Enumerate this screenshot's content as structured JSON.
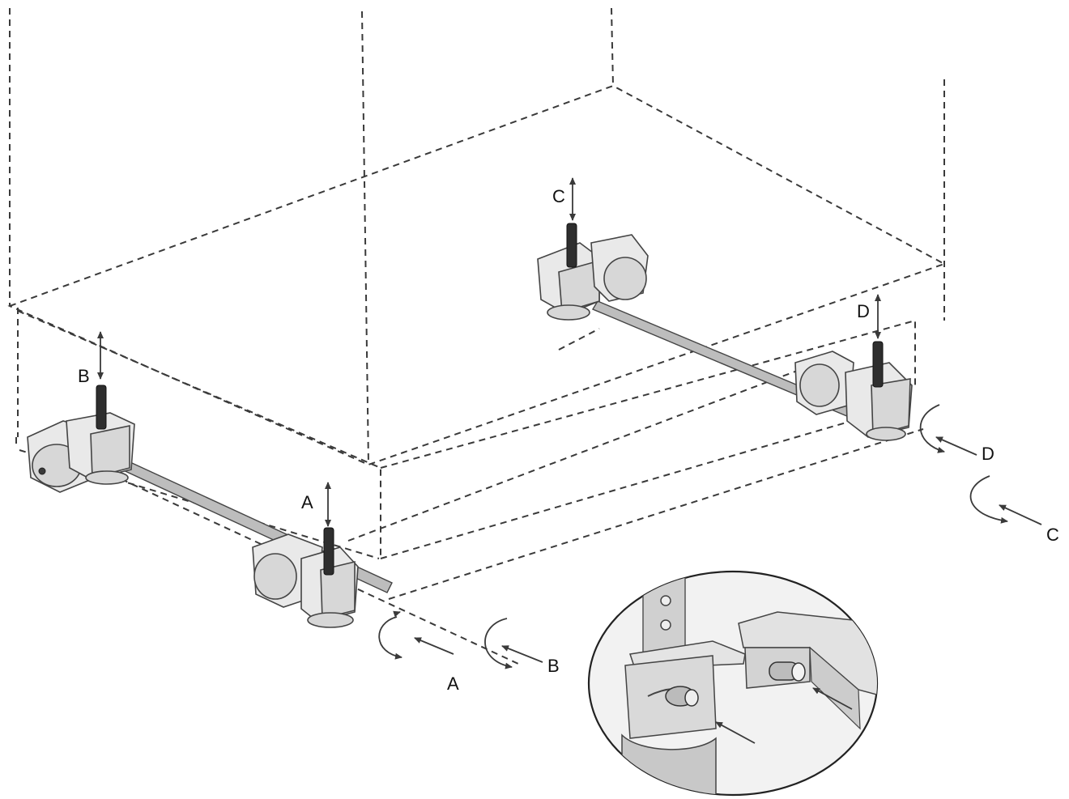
{
  "labels": {
    "a_vertical": "A",
    "b_vertical": "B",
    "c_vertical": "C",
    "d_vertical": "D",
    "a_rotate": "A",
    "b_rotate": "B",
    "c_rotate": "C",
    "d_rotate": "D"
  },
  "colors": {
    "line": "#3a3a3a",
    "part_fill": "#e9e9e9",
    "inset_fill": "#f2f2f2"
  }
}
